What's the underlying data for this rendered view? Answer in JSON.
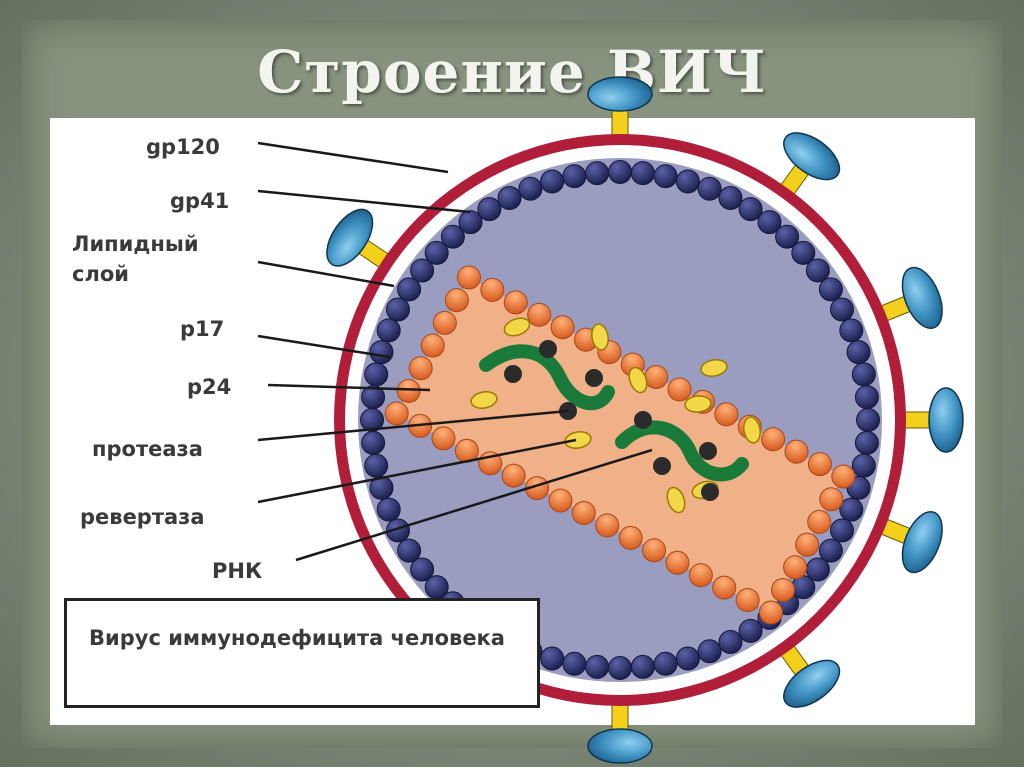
{
  "slide": {
    "title": "Строение ВИЧ"
  },
  "labels": {
    "gp120": "gp120",
    "gp41": "gp41",
    "lipid_line1": "Липидный",
    "lipid_line2": "слой",
    "p17": "p17",
    "p24": "p24",
    "protease": "протеаза",
    "revertase": "ревертаза",
    "rna": "РНК"
  },
  "caption": {
    "text": "Вирус иммунодефицита человека"
  },
  "colors": {
    "envelope": "#b01e3a",
    "interior": "#9a9cc0",
    "matrix_bead": "#2e3366",
    "capsid_fill": "#f0b088",
    "capsid_bead": "#e87a3c",
    "enzyme": "#f2d848",
    "rna": "#1a7a3a",
    "protease_dot": "#2b2b2b",
    "spike_head": "#3c8fc0",
    "spike_stem": "#f2d01c"
  }
}
